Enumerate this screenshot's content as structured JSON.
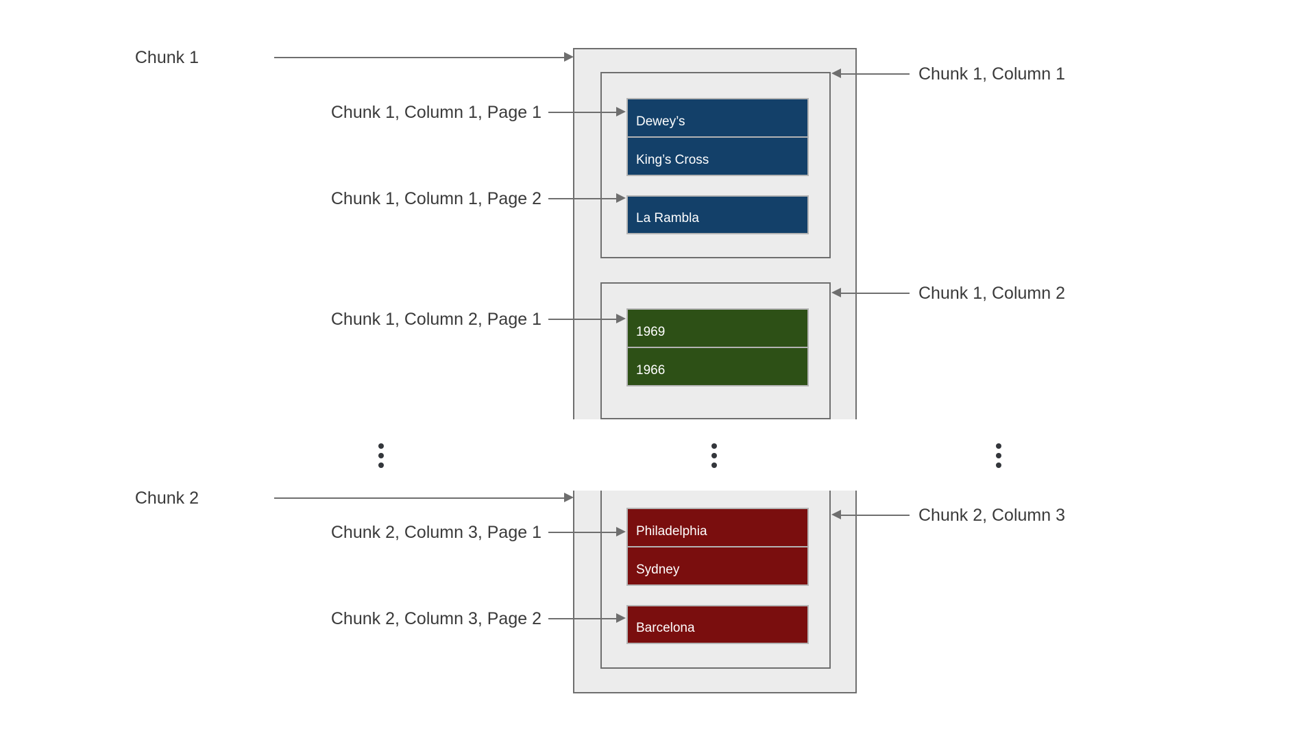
{
  "diagram": {
    "title": "",
    "colors": {
      "chunk_fill": "#ECECEC",
      "chunk_border": "#6E6E6E",
      "column_fill": "#ECECEC",
      "column_border": "#6E6E6E",
      "page_border": "#B4B4B4",
      "page_text": "#FFFFFF",
      "label_text": "#3A3A3A",
      "connector": "#6E6E6E",
      "dots": "#33363B",
      "blue": "#134069",
      "green": "#2D5016",
      "red": "#7A0E0E",
      "background": "#FFFFFF"
    }
  },
  "chunks": [
    {
      "id": "chunk-1",
      "label": "Chunk 1",
      "columns": [
        {
          "id": "chunk-1-column-1",
          "label": "Chunk 1, Column 1",
          "color": "#134069",
          "pages": [
            {
              "id": "chunk-1-column-1-page-1",
              "label": "Chunk 1, Column 1, Page 1",
              "cells": [
                "Dewey’s",
                "King’s Cross"
              ]
            },
            {
              "id": "chunk-1-column-1-page-2",
              "label": "Chunk 1, Column 1, Page 2",
              "cells": [
                "La Rambla"
              ]
            }
          ]
        },
        {
          "id": "chunk-1-column-2",
          "label": "Chunk 1, Column 2",
          "color": "#2D5016",
          "pages": [
            {
              "id": "chunk-1-column-2-page-1",
              "label": "Chunk 1, Column 2, Page 1",
              "cells": [
                "1969",
                "1966"
              ]
            }
          ]
        }
      ]
    },
    {
      "id": "chunk-2",
      "label": "Chunk 2",
      "columns": [
        {
          "id": "chunk-2-column-3",
          "label": "Chunk 2, Column 3",
          "color": "#7A0E0E",
          "pages": [
            {
              "id": "chunk-2-column-3-page-1",
              "label": "Chunk 2, Column 3, Page 1",
              "cells": [
                "Philadelphia",
                "Sydney"
              ]
            },
            {
              "id": "chunk-2-column-3-page-2",
              "label": "Chunk 2, Column 3, Page 2",
              "cells": [
                "Barcelona"
              ]
            }
          ]
        }
      ]
    }
  ],
  "continuation": {
    "symbol": "⋮",
    "count": 3,
    "meaning": "more chunks / columns omitted"
  }
}
